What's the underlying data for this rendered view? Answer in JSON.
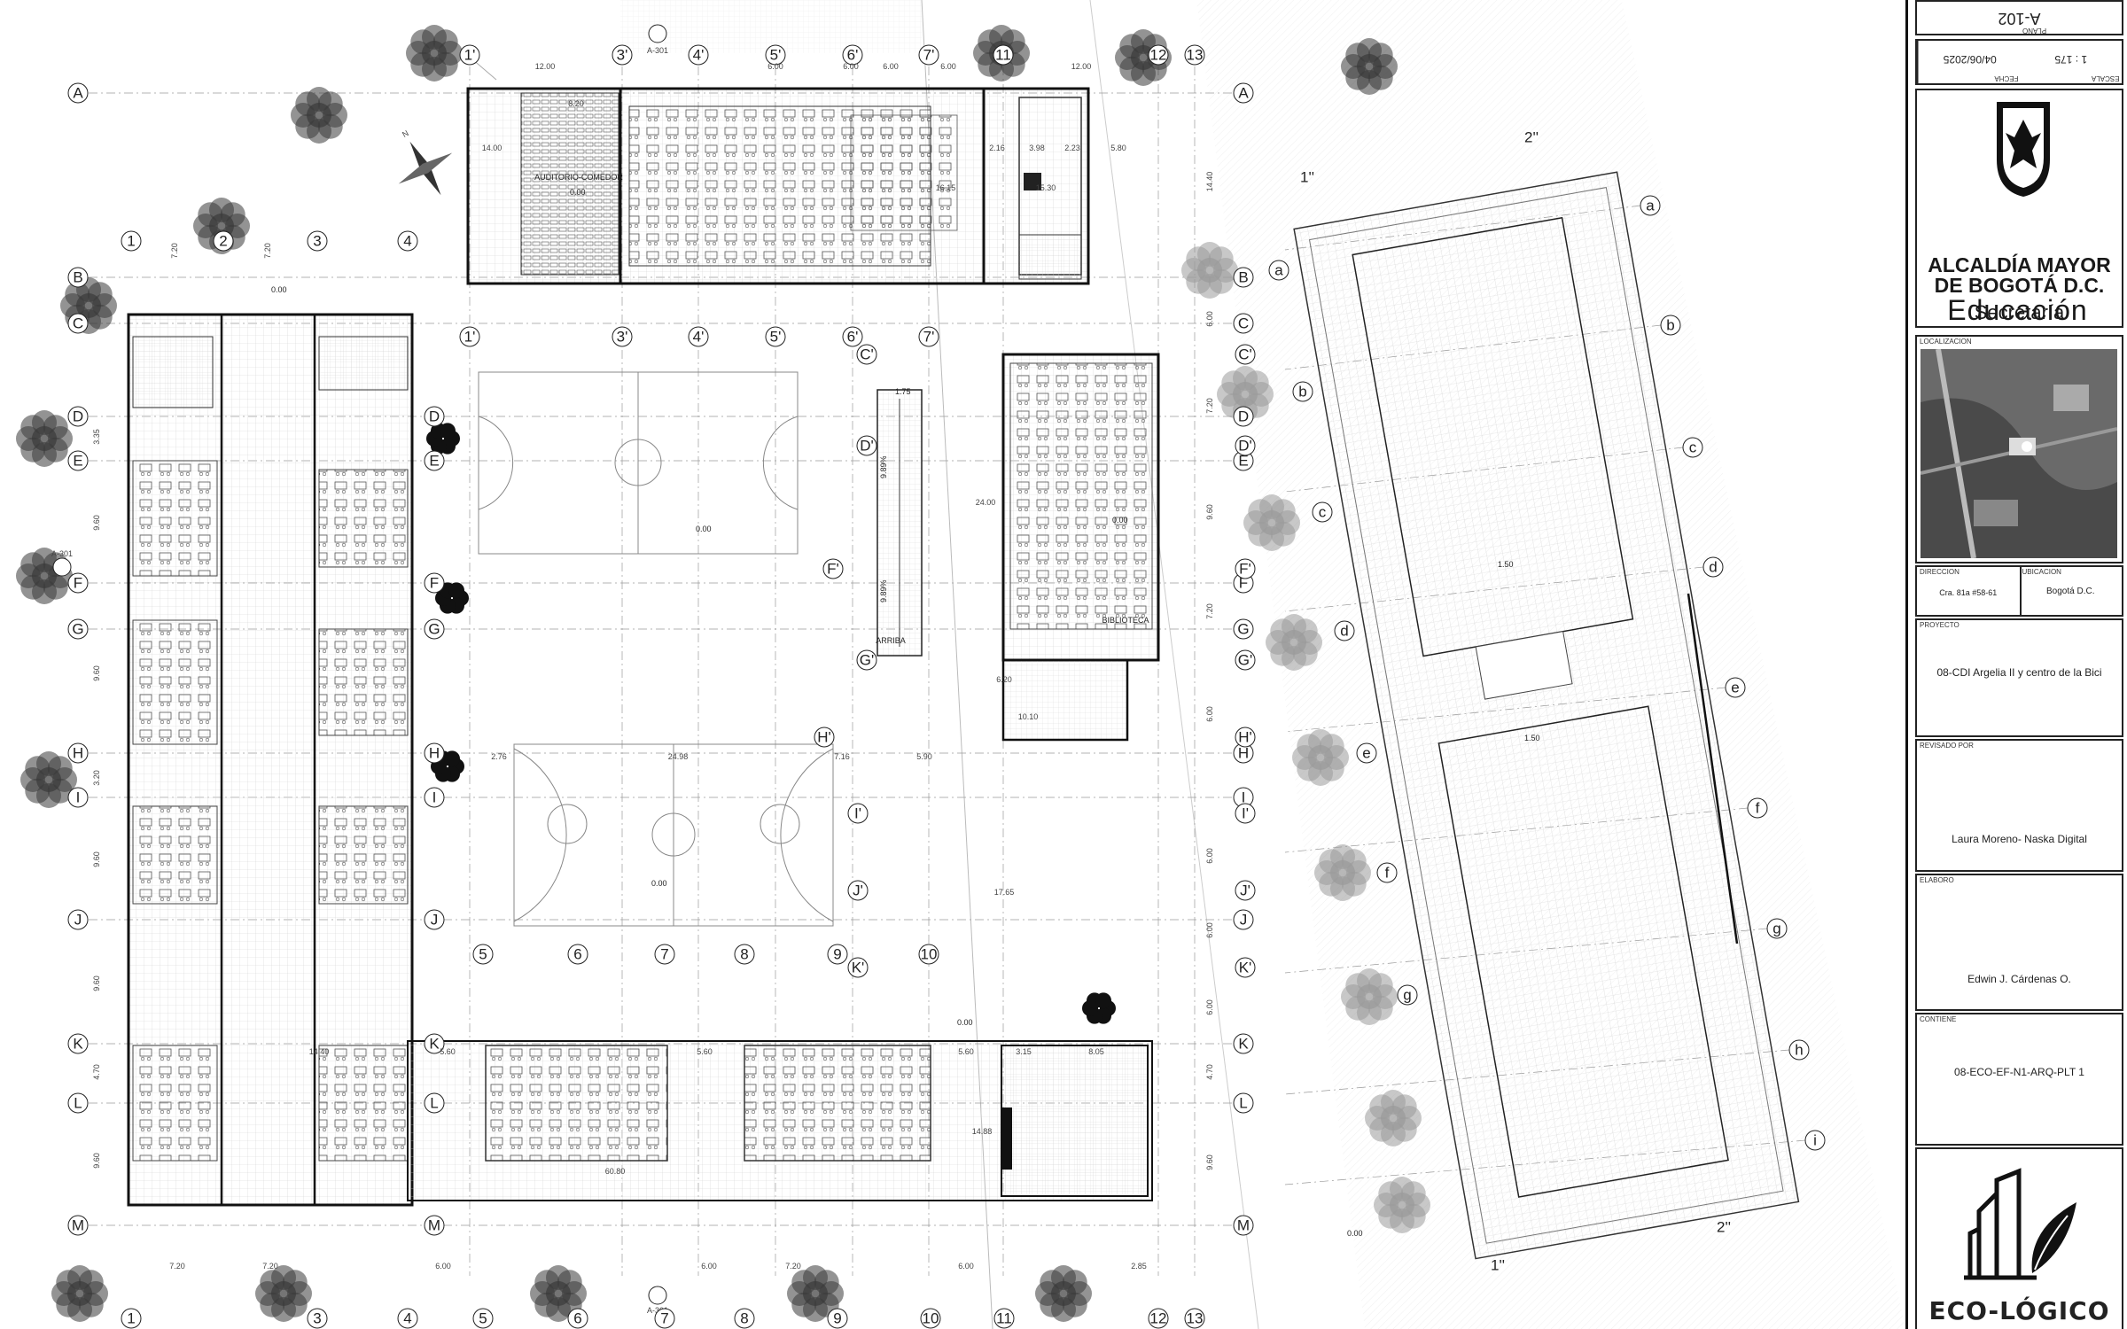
{
  "sheet": {
    "number": "A-102",
    "date_label": "FECHA",
    "date": "04/06/2025",
    "scale_label": "ESCALA",
    "scale": "1 : 175",
    "plano_label": "PLANO"
  },
  "institution": {
    "line1": "ALCALDÍA MAYOR",
    "line2": "DE BOGOTÁ D.C.",
    "line3": "Secretaría",
    "line4": "Educación"
  },
  "fields": {
    "localizacion_label": "LOCALIZACION",
    "direccion_label": "DIRECCION",
    "direccion": "Cra. 81a #58-61",
    "ubicacion_label": "UBICACION",
    "ubicacion": "Bogotá D.C.",
    "proyecto_label": "PROYECTO",
    "proyecto": "08-CDI Argelia II y centro de la Bici",
    "revisado_label": "REVISADO POR",
    "revisado": "Laura Moreno- Naska Digital",
    "elaboro_label": "ELABORO",
    "elaboro": "Edwin J. Cárdenas O.",
    "contiene_label": "CONTIENE",
    "contiene": "08-ECO-EF-N1-ARQ-PLT 1"
  },
  "logo": {
    "text": "ECO-LÓGICO"
  },
  "plan": {
    "rooms": {
      "auditorio": "AUDITORIO-COMEDOR",
      "biblioteca": "BIBLIOTECA",
      "arriba": "ARRIBA"
    },
    "section_ref": "A-301",
    "levels": [
      "0.00",
      "0.00",
      "0.00",
      "0.00",
      "0.00",
      "0.00",
      "1.50",
      "1.50",
      "0.00",
      "1.75"
    ],
    "ramp_slopes": [
      "9.89%",
      "9.89%"
    ],
    "grid_top": [
      "1'",
      "3'",
      "4'",
      "5'",
      "6'",
      "7'",
      "11",
      "12",
      "13"
    ],
    "grid_bottom": [
      "1",
      "3",
      "4",
      "5",
      "6",
      "7",
      "8",
      "9",
      "10",
      "11",
      "12",
      "13"
    ],
    "grid_cols_mid": [
      "1'",
      "3'",
      "4'",
      "5'",
      "6'",
      "7'"
    ],
    "grid_cols_left": [
      "1",
      "2",
      "3",
      "4"
    ],
    "grid_cols_court": [
      "5",
      "6",
      "7",
      "8",
      "9",
      "10"
    ],
    "grid_rows_left": [
      "A",
      "B",
      "C",
      "D",
      "E",
      "F",
      "G",
      "H",
      "I",
      "J",
      "K",
      "L",
      "M"
    ],
    "grid_rows_right": [
      "A",
      "B",
      "C",
      "D",
      "E",
      "F",
      "G",
      "H",
      "I",
      "J",
      "K",
      "L",
      "M"
    ],
    "grid_rows_prime": [
      "C'",
      "D'",
      "F'",
      "G'",
      "H'",
      "I'",
      "J'",
      "K'"
    ],
    "grid_rows_prime_right": [
      "C'",
      "D'",
      "F'",
      "G'",
      "H'",
      "I'",
      "J'",
      "K'"
    ],
    "grid_rows_mid": [
      "D",
      "E",
      "F",
      "G",
      "H",
      "I",
      "J",
      "K",
      "L",
      "M"
    ],
    "park_axes": [
      "a",
      "b",
      "c",
      "d",
      "e",
      "f",
      "g",
      "h",
      "i"
    ],
    "park_axes_left": [
      "a",
      "b",
      "c",
      "d",
      "e",
      "f",
      "g"
    ],
    "park_cols": [
      "1''",
      "2''",
      "1''",
      "2''"
    ],
    "dims_top": [
      "12.00",
      "6.00",
      "6.00",
      "6.00",
      "6.00",
      "12.00",
      "8.20",
      "14.00",
      "2.16",
      "3.98",
      "2.23",
      "5.80",
      "16.15",
      "15.30"
    ],
    "dims_left": [
      "7.20",
      "7.20",
      "3.35",
      "9.60",
      "9.60",
      "3.20",
      "9.60",
      "9.60",
      "4.70",
      "9.60"
    ],
    "dims_court": [
      "2.76",
      "24.98",
      "7.16",
      "5.90",
      "6.20",
      "10.10",
      "24.00",
      "17.65",
      "14.88",
      "60.80",
      "5.60",
      "5.60",
      "5.60",
      "3.15",
      "8.05",
      "14.40"
    ],
    "dims_bottom": [
      "7.20",
      "7.20",
      "6.00",
      "6.00",
      "7.20",
      "6.00",
      "2.85"
    ],
    "dims_right": [
      "14.40",
      "6.00",
      "7.20",
      "9.60",
      "7.20",
      "6.00",
      "6.00",
      "6.00",
      "6.00",
      "4.70",
      "9.60"
    ]
  }
}
